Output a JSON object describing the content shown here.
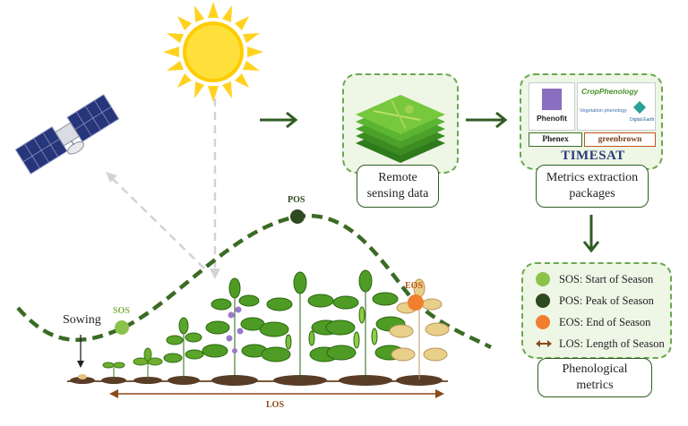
{
  "labels": {
    "sos": "SOS",
    "pos": "POS",
    "eos": "EOS",
    "los": "LOS",
    "sowing": "Sowing"
  },
  "boxes": {
    "remote_sensing": "Remote\nsensing data",
    "metrics_packages": "Metrics extraction\npackages",
    "phenological_metrics": "Phenological\nmetrics"
  },
  "packages": {
    "phenofit": "Phenofit",
    "cropphenology": "CropPhenology",
    "vegetation_phenology": "Vegetation phenology",
    "digital_earth": "Digital Earth",
    "phenex": "Phenex",
    "greenbrown": "greenbrown",
    "timesat": "TIMESAT"
  },
  "legend": [
    {
      "text": "SOS: Start of Season",
      "color": "#8bc34a",
      "kind": "dot"
    },
    {
      "text": "POS: Peak of Season",
      "color": "#2e4a1f",
      "kind": "dot"
    },
    {
      "text": "EOS: End of Season",
      "color": "#f07f2e",
      "kind": "dot"
    },
    {
      "text": "LOS: Length of Season",
      "color": "#8b4a1c",
      "kind": "arrow"
    }
  ],
  "colors": {
    "curve": "#3a6b24",
    "arrow": "#2f5d24",
    "los_arrow": "#8b4a1c",
    "eos_text": "#c0561a",
    "sos_text": "#7cb342"
  }
}
